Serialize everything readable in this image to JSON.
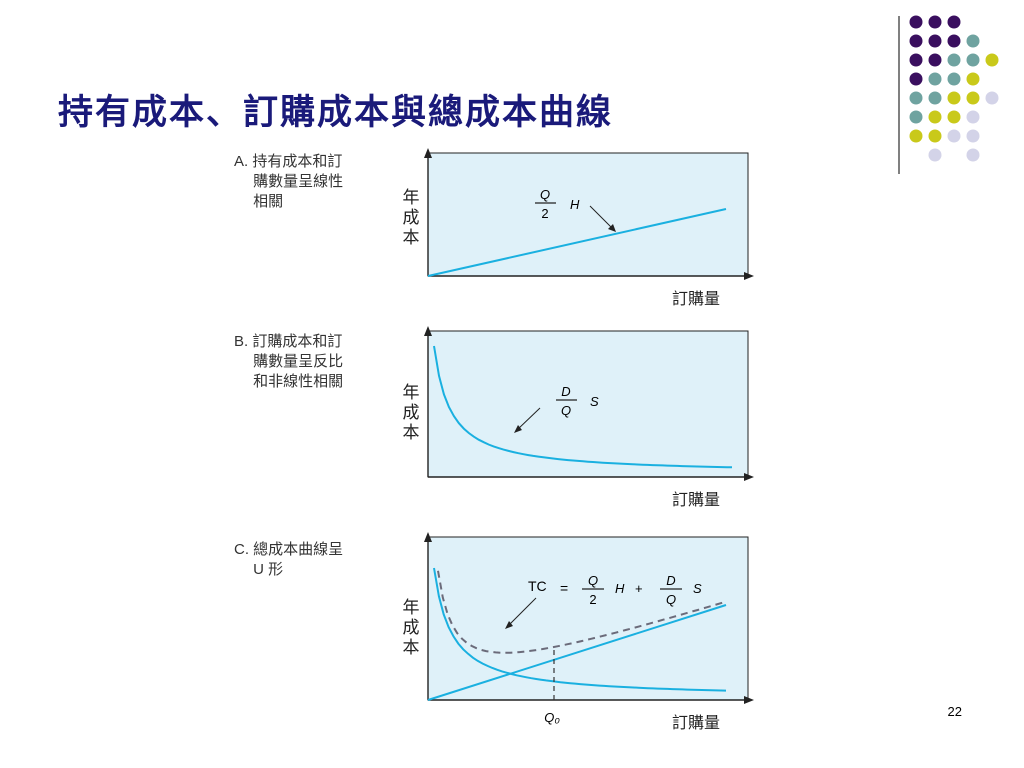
{
  "title": "持有成本、訂購成本與總成本曲線",
  "page_number": "22",
  "colors": {
    "title": "#1a1a7a",
    "panel_bg": "#dff1f9",
    "curve": "#1ab0e0",
    "dashed": "#6b6b7a",
    "dot_purple": "#3a0f5f",
    "dot_teal": "#6fa3a0",
    "dot_yellow": "#c9c91a",
    "dot_lavender": "#d3d3e8"
  },
  "dot_grid": [
    [
      "purple",
      "purple",
      "purple",
      "",
      ""
    ],
    [
      "purple",
      "purple",
      "purple",
      "teal",
      ""
    ],
    [
      "purple",
      "purple",
      "teal",
      "teal",
      "yellow"
    ],
    [
      "purple",
      "teal",
      "teal",
      "yellow",
      ""
    ],
    [
      "teal",
      "teal",
      "yellow",
      "yellow",
      "lavender"
    ],
    [
      "teal",
      "yellow",
      "yellow",
      "lavender",
      ""
    ],
    [
      "yellow",
      "yellow",
      "lavender",
      "lavender",
      ""
    ],
    [
      "",
      "lavender",
      "",
      "lavender",
      ""
    ]
  ],
  "panels": [
    {
      "id": "A",
      "label_lines": [
        "A. 持有成本和訂",
        "　 購數量呈線性",
        "　 相關"
      ],
      "ylabel": [
        "年",
        "成",
        "本"
      ],
      "xlabel": "訂購量",
      "annotation": {
        "num": "Q",
        "den": "2",
        "var": "H"
      }
    },
    {
      "id": "B",
      "label_lines": [
        "B. 訂購成本和訂",
        "　 購數量呈反比",
        "　 和非線性相關"
      ],
      "ylabel": [
        "年",
        "成",
        "本"
      ],
      "xlabel": "訂購量",
      "annotation": {
        "num": "D",
        "den": "Q",
        "var": "S"
      }
    },
    {
      "id": "C",
      "label_lines": [
        "C. 總成本曲線呈",
        "　 U 形"
      ],
      "ylabel": [
        "年",
        "成",
        "本"
      ],
      "xlabel": "訂購量",
      "annotation": {
        "prefix": "TC",
        "eq": "=",
        "num1": "Q",
        "den1": "2",
        "var1": "H",
        "plus": "+",
        "num2": "D",
        "den2": "Q",
        "var2": "S"
      },
      "q0_label": "Q₀"
    }
  ],
  "chart_data": [
    {
      "type": "line",
      "series": [
        {
          "shape": "linear increasing"
        }
      ],
      "ylabel": "年成本",
      "xlabel": "訂購量"
    },
    {
      "type": "line",
      "series": [
        {
          "shape": "hyperbolic decreasing"
        }
      ],
      "ylabel": "年成本",
      "xlabel": "訂購量"
    },
    {
      "type": "line",
      "series": [
        {
          "shape": "linear increasing"
        },
        {
          "shape": "hyperbolic decreasing"
        },
        {
          "shape": "U-shaped sum",
          "style": "dashed"
        }
      ],
      "ylabel": "年成本",
      "xlabel": "訂購量",
      "marker": "Q0 at minimum of total cost"
    }
  ]
}
